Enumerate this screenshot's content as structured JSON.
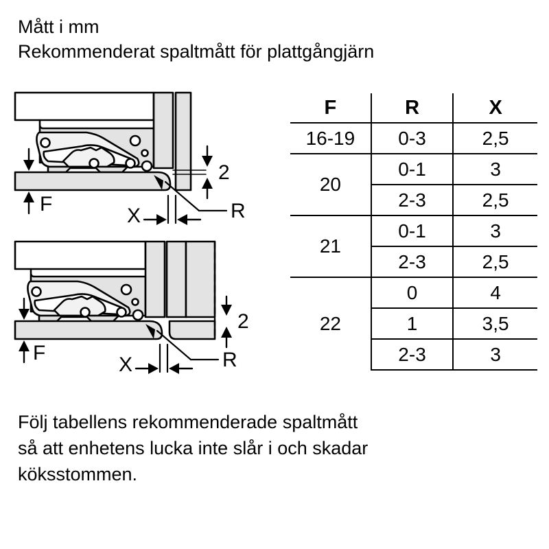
{
  "header": {
    "line1": "Mått i mm",
    "line2": "Rekommenderat spaltmått för plattgångjärn"
  },
  "footer": {
    "line1": "Följ tabellens rekommenderade spaltmått",
    "line2": "så att enhetens lucka inte slår i och skadar",
    "line3": "köksstommen."
  },
  "table": {
    "columns": [
      "F",
      "R",
      "X"
    ],
    "groups": [
      {
        "f": "16-19",
        "rows": [
          {
            "r": "0-3",
            "x": "2,5"
          }
        ]
      },
      {
        "f": "20",
        "rows": [
          {
            "r": "0-1",
            "x": "3"
          },
          {
            "r": "2-3",
            "x": "2,5"
          }
        ]
      },
      {
        "f": "21",
        "rows": [
          {
            "r": "0-1",
            "x": "3"
          },
          {
            "r": "2-3",
            "x": "2,5"
          }
        ]
      },
      {
        "f": "22",
        "rows": [
          {
            "r": "0",
            "x": "4"
          },
          {
            "r": "1",
            "x": "3,5"
          },
          {
            "r": "2-3",
            "x": "3"
          }
        ]
      }
    ]
  },
  "diagrams": {
    "top": {
      "labels": {
        "f": "F",
        "x": "X",
        "r": "R",
        "gap": "2"
      }
    },
    "bottom": {
      "labels": {
        "f": "F",
        "x": "X",
        "r": "R",
        "gap": "2"
      }
    }
  },
  "colors": {
    "line": "#000000",
    "panel_fill": "#e3e3e3",
    "hinge_fill": "#f2f2f2",
    "white": "#ffffff"
  }
}
